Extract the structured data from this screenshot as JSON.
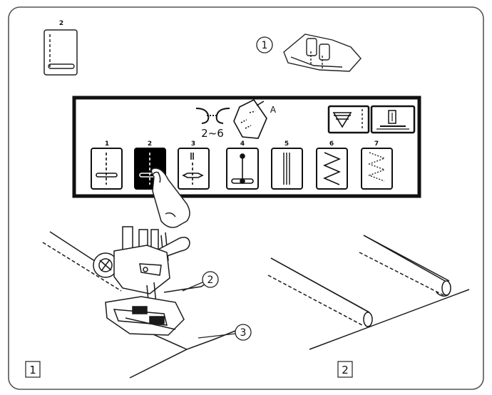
{
  "header": {
    "stitch_number": "2",
    "foot_callout": "1"
  },
  "lcd_panel": {
    "tension_label": "2~6",
    "foot_letter": "A",
    "stitches": [
      {
        "number": "1",
        "icon": "straight-stitch-left-icon"
      },
      {
        "number": "2",
        "icon": "straight-stitch-middle-icon",
        "selected": true
      },
      {
        "number": "3",
        "icon": "triple-stretch-stitch-icon"
      },
      {
        "number": "4",
        "icon": "lock-stitch-icon"
      },
      {
        "number": "5",
        "icon": "triple-straight-stitch-icon"
      },
      {
        "number": "6",
        "icon": "zigzag-stitch-icon"
      },
      {
        "number": "7",
        "icon": "multi-zigzag-stitch-icon"
      }
    ]
  },
  "callouts": {
    "guide": "2",
    "fabric_edge": "3"
  },
  "figures": {
    "left": "1",
    "right": "2"
  },
  "colors": {
    "line": "#1a1a1a",
    "lcd_bg": "#ffffff",
    "selected": "#000000",
    "frame": "#555555"
  }
}
